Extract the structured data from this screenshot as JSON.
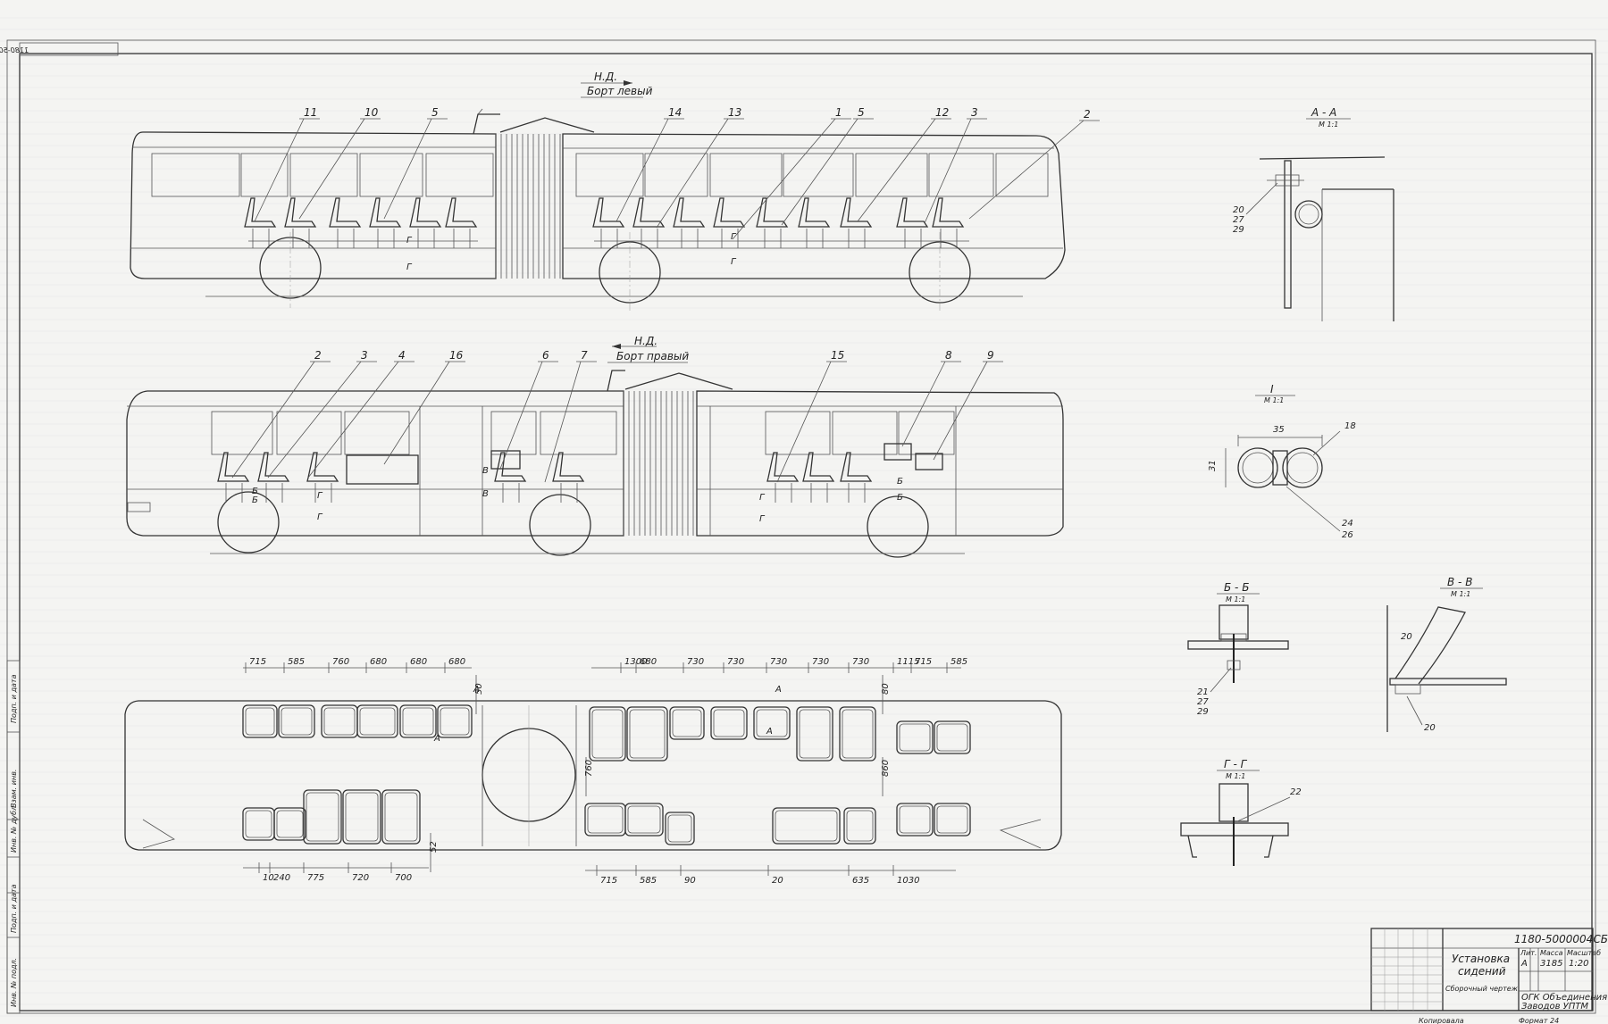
{
  "drawing_number": "1180-5000004СБ",
  "views": {
    "left_view": {
      "direction": "Н.Д.",
      "side": "Борт левый"
    },
    "right_view": {
      "direction": "Н.Д.",
      "side": "Борт правый"
    }
  },
  "callouts_top": [
    "11",
    "10",
    "5",
    "14",
    "13",
    "1",
    "5",
    "12",
    "3",
    "2"
  ],
  "callouts_middle": [
    "2",
    "3",
    "4",
    "16",
    "6",
    "7",
    "15",
    "8",
    "9"
  ],
  "section_refs": {
    "g": "Г",
    "b": "Б",
    "v": "В",
    "a": "А"
  },
  "plan_dims_top_left": [
    "715",
    "585",
    "760",
    "680",
    "680",
    "680"
  ],
  "plan_dims_top_right": [
    "1300",
    "680",
    "730",
    "730",
    "730",
    "730",
    "730",
    "1115",
    "715",
    "585"
  ],
  "plan_dims_bottom_left": [
    "10",
    "240",
    "775",
    "720",
    "700"
  ],
  "plan_dims_bottom_right": [
    "715",
    "585",
    "90",
    "20",
    "635",
    "1030"
  ],
  "plan_dims_vertical": [
    "50",
    "52",
    "80",
    "760",
    "860"
  ],
  "sections": {
    "aa": {
      "title": "А - А",
      "scale": "М 1:1",
      "labels": [
        "20",
        "27",
        "29"
      ]
    },
    "i": {
      "title": "I",
      "scale": "М 1:1",
      "labels": [
        "35",
        "31",
        "18",
        "24",
        "26"
      ]
    },
    "bb": {
      "title": "Б - Б",
      "scale": "М 1:1",
      "labels": [
        "21",
        "27",
        "29"
      ]
    },
    "vv": {
      "title": "В - В",
      "scale": "М 1:1",
      "labels": [
        "20",
        "20"
      ]
    },
    "gg": {
      "title": "Г - Г",
      "scale": "М 1:1",
      "labels": [
        "22"
      ]
    }
  },
  "title_block": {
    "drawing_number": "1180-5000004СБ",
    "name_line1": "Установка",
    "name_line2": "сидений",
    "doc_type": "Сборочный чертеж",
    "letter": "А",
    "mass": "3185",
    "scale": "1:20",
    "mass_header": "Масса",
    "scale_header": "Масштаб",
    "letter_header": "Лит.",
    "org_line1": "ОГК Объединения",
    "org_line2": "Заводов УПТМ",
    "copied": "Копировала",
    "format": "Формат 24"
  },
  "side_stamp_labels": [
    "Подп. и дата",
    "Взам. инв.",
    "Инв. № дубл.",
    "Подп. и дата",
    "Инв. № подл."
  ]
}
